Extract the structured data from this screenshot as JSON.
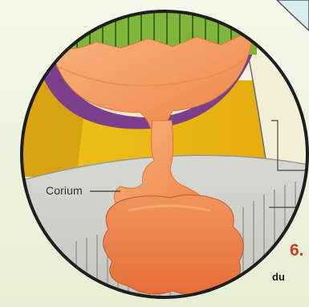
{
  "labels": {
    "corium": "Corium",
    "step_number": "6.",
    "step_caption": "du"
  }
}
